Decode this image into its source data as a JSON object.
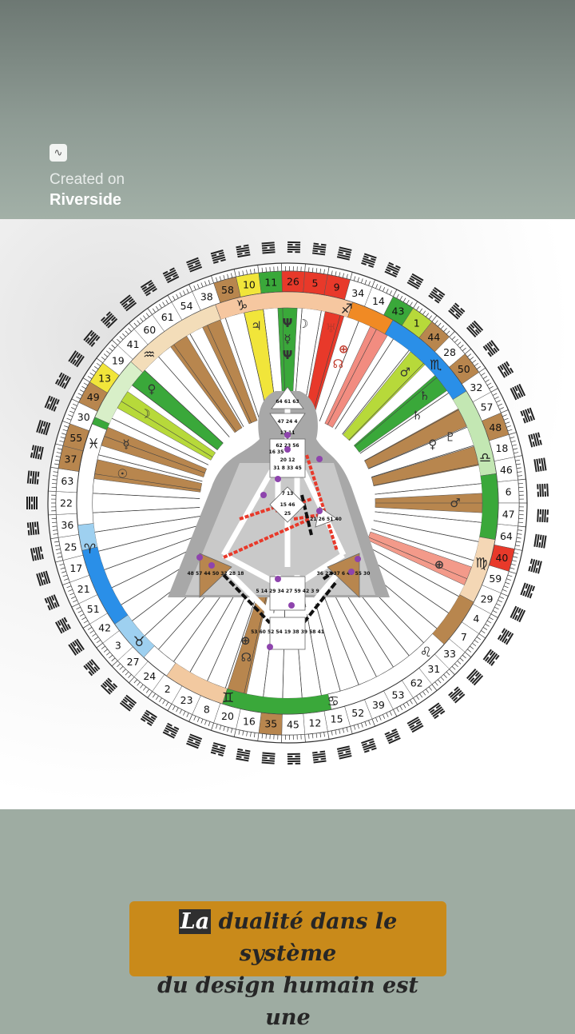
{
  "branding": {
    "logo_icon": "riverside-wave-icon",
    "created_label": "Created on",
    "app_name": "Riverside"
  },
  "caption": {
    "highlight": "La",
    "line1_rest": " dualité dans le système",
    "line2": "du design humain est une"
  },
  "chart": {
    "outer_ring_numbers": [
      "10",
      "11",
      "26",
      "5",
      "9",
      "34",
      "14",
      "43",
      "1",
      "44",
      "28",
      "50",
      "32",
      "57",
      "48",
      "18",
      "46",
      "6",
      "47",
      "64",
      "40",
      "59",
      "29",
      "4",
      "7",
      "33",
      "31",
      "62",
      "53",
      "39",
      "52",
      "15",
      "12",
      "45",
      "35",
      "16",
      "20",
      "8",
      "23",
      "2",
      "24",
      "27",
      "3",
      "42",
      "51",
      "21",
      "17",
      "25",
      "36",
      "22",
      "63",
      "37",
      "55",
      "30",
      "49",
      "13",
      "19",
      "41",
      "60",
      "61",
      "54",
      "38",
      "58"
    ],
    "zodiac_symbols": [
      "♑",
      "♐",
      "♏",
      "♎",
      "♍",
      "♌",
      "♋",
      "♊",
      "♉",
      "♈",
      "♓",
      "♒"
    ],
    "planet_symbols_left": [
      "♃",
      "Ψ",
      "☽",
      "♅",
      "☿",
      "⊕",
      "☊",
      "♀",
      "♂",
      "♄",
      "♇"
    ],
    "bodygraph_gates": {
      "head": "64 61 63",
      "ajna_top": "47 24 4",
      "ajna_bottom": "17 11",
      "throat_a": "62 23 56",
      "throat_b": "16 35",
      "throat_c": "20 12",
      "throat_d": "31 8 33 45",
      "g_top": "7 13",
      "g_mid": "15 46",
      "g_low": "25",
      "ego": "21 26 51 40",
      "spleen": "48 57 44 50 32 28 18",
      "solar": "36 22 37 6 49 55 30",
      "sacral": "5 14 29 34 27 59 42 3 9",
      "root": "53 60 52 54 19 38 39 58 41"
    },
    "colors": {
      "green": "#3aa83a",
      "lime": "#b7d93a",
      "yellow": "#f1e53a",
      "orange": "#f08a24",
      "red": "#e8392a",
      "salmon": "#f39a8a",
      "brown": "#b8864e",
      "blue": "#2a8fe8",
      "bodygraph_gray": "#9a9a9a"
    }
  }
}
